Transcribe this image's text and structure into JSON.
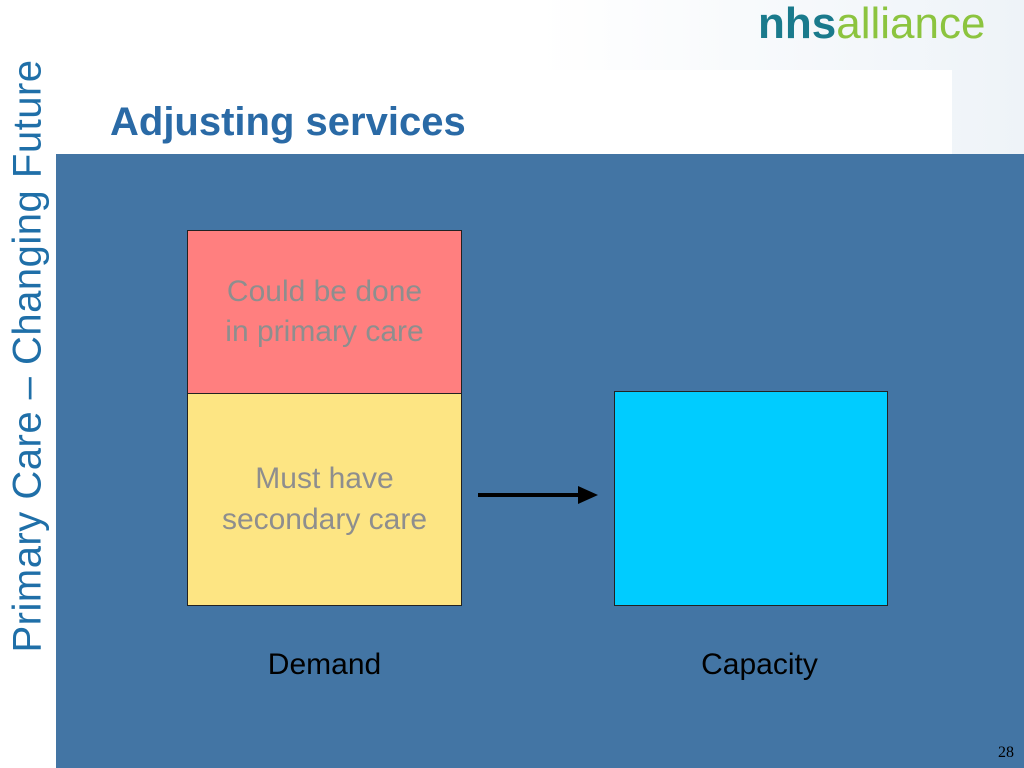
{
  "logo": {
    "part1": "nhs",
    "part2": "alliance"
  },
  "side_title": "Primary Care – Changing Future",
  "slide_title": "Adjusting services",
  "diagram": {
    "top_box_text": "Could be done\nin primary care",
    "bottom_box_text": "Must have\nsecondary care",
    "demand_label": "Demand",
    "capacity_label": "Capacity",
    "colors": {
      "top_box": "#ff7f7f",
      "bottom_box": "#fde583",
      "capacity_box": "#00ccff",
      "panel": "#4375a4"
    }
  },
  "page_number": "28"
}
